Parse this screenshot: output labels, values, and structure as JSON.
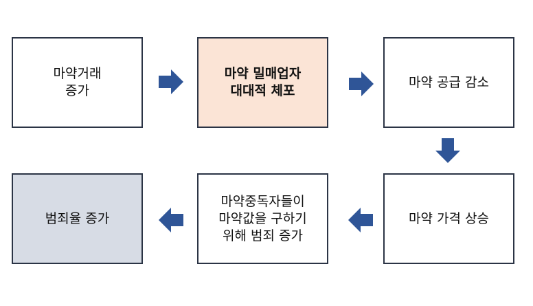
{
  "colors": {
    "arrow": "#2F5597",
    "border": "#2B3445",
    "highlight_fill": "#FBE4D6",
    "final_fill": "#D7DCE5",
    "default_fill": "#FFFFFF"
  },
  "nodes": [
    {
      "id": "n1",
      "text": "마약거래\n증가"
    },
    {
      "id": "n2",
      "text": "마약 밀매업자\n대대적 체포"
    },
    {
      "id": "n3",
      "text": "마약 공급 감소"
    },
    {
      "id": "n4",
      "text": "마약 가격 상승"
    },
    {
      "id": "n5",
      "text": "마약중독자들이\n마약값을 구하기\n위해 범죄 증가"
    },
    {
      "id": "n6",
      "text": "범죄율 증가"
    }
  ],
  "edges": [
    {
      "from": "n1",
      "to": "n2",
      "direction": "right"
    },
    {
      "from": "n2",
      "to": "n3",
      "direction": "right"
    },
    {
      "from": "n3",
      "to": "n4",
      "direction": "down"
    },
    {
      "from": "n4",
      "to": "n5",
      "direction": "left"
    },
    {
      "from": "n5",
      "to": "n6",
      "direction": "left"
    }
  ]
}
